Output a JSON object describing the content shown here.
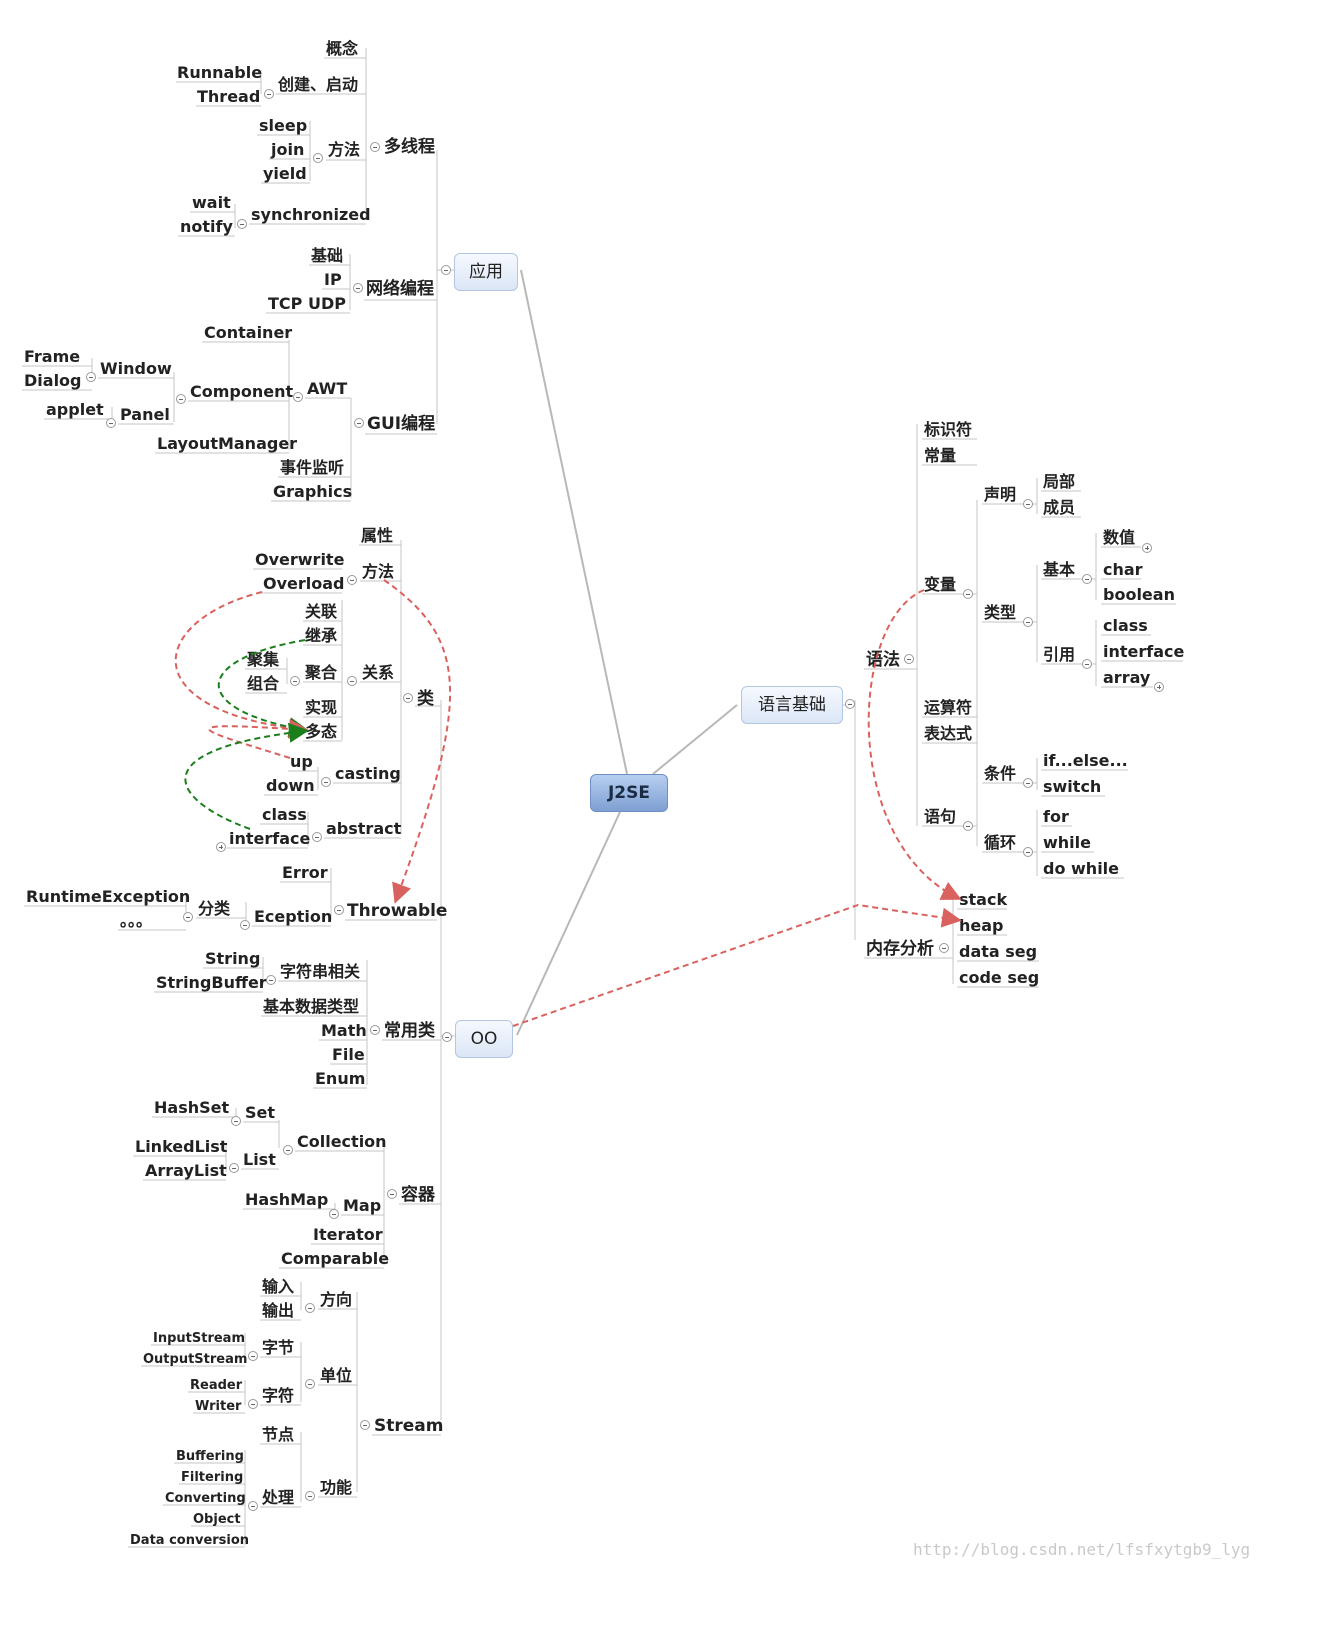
{
  "root": "J2SE",
  "branches": {
    "app": "应用",
    "lang": "语言基础",
    "oo": "OO"
  },
  "app": {
    "thread": "多线程",
    "thread_concept": "概念",
    "thread_create": "创建、启动",
    "runnable": "Runnable",
    "thread_cls": "Thread",
    "methods": "方法",
    "sleep": "sleep",
    "join": "join",
    "yield": "yield",
    "synchronized": "synchronized",
    "wait": "wait",
    "notify": "notify",
    "net": "网络编程",
    "net_basic": "基础",
    "ip": "IP",
    "tcp_udp": "TCP  UDP",
    "gui": "GUI编程",
    "container": "Container",
    "awt": "AWT",
    "component": "Component",
    "window": "Window",
    "frame": "Frame",
    "dialog": "Dialog",
    "panel": "Panel",
    "applet": "applet",
    "layout": "LayoutManager",
    "event": "事件监听",
    "graphics": "Graphics"
  },
  "oo": {
    "cls": "类",
    "attr": "属性",
    "method": "方法",
    "overwrite": "Overwrite",
    "overload": "Overload",
    "relation": "关系",
    "assoc": "关联",
    "inherit": "继承",
    "aggregation": "聚合",
    "agg_collect": "聚集",
    "agg_compose": "组合",
    "implement": "实现",
    "poly": "多态",
    "casting": "casting",
    "up": "up",
    "down": "down",
    "abstract": "abstract",
    "class_kw": "class",
    "interface_kw": "interface",
    "throwable": "Throwable",
    "error": "Error",
    "exception": "Eception",
    "category": "分类",
    "runtime": "RuntimeException",
    "etc": "。。。",
    "common": "常用类",
    "str_rel": "字符串相关",
    "string": "String",
    "sbuf": "StringBuffer",
    "primitive": "基本数据类型",
    "math": "Math",
    "file": "File",
    "enum": "Enum",
    "container": "容器",
    "collection": "Collection",
    "set": "Set",
    "hashset": "HashSet",
    "list": "List",
    "linkedlist": "LinkedList",
    "arraylist": "ArrayList",
    "map": "Map",
    "hashmap": "HashMap",
    "iterator": "Iterator",
    "comparable": "Comparable",
    "stream": "Stream",
    "direction": "方向",
    "input": "输入",
    "output": "输出",
    "unit": "单位",
    "byte": "字节",
    "inputstream": "InputStream",
    "outputstream": "OutputStream",
    "char": "字符",
    "reader": "Reader",
    "writer": "Writer",
    "function": "功能",
    "node": "节点",
    "process": "处理",
    "buffering": "Buffering",
    "filtering": "Filtering",
    "converting": "Converting",
    "object": "Object",
    "dataconv": "Data conversion"
  },
  "lang": {
    "syntax": "语法",
    "identifier": "标识符",
    "constant": "常量",
    "variable": "变量",
    "declare": "声明",
    "local": "局部",
    "member": "成员",
    "type": "类型",
    "basic": "基本",
    "numeric": "数值",
    "char": "char",
    "boolean": "boolean",
    "reference": "引用",
    "class": "class",
    "interface": "interface",
    "array": "array",
    "operator": "运算符",
    "expression": "表达式",
    "statement": "语句",
    "condition": "条件",
    "ifelse": "if...else...",
    "switch": "switch",
    "loop": "循环",
    "for": "for",
    "while": "while",
    "dowhile": "do while",
    "memory": "内存分析",
    "stack": "stack",
    "heap": "heap",
    "dataseg": "data seg",
    "codeseg": "code seg"
  },
  "watermark": "http://blog.csdn.net/lfsfxytgb9_lyg",
  "colors": {
    "branch_line": "#b8b8b8",
    "node_line": "#c4c4c4",
    "relation_red": "#d9625f",
    "relation_green": "#1a7f1a",
    "root_fill": "#9bb8e4",
    "topic_fill": "#e6eefa"
  }
}
